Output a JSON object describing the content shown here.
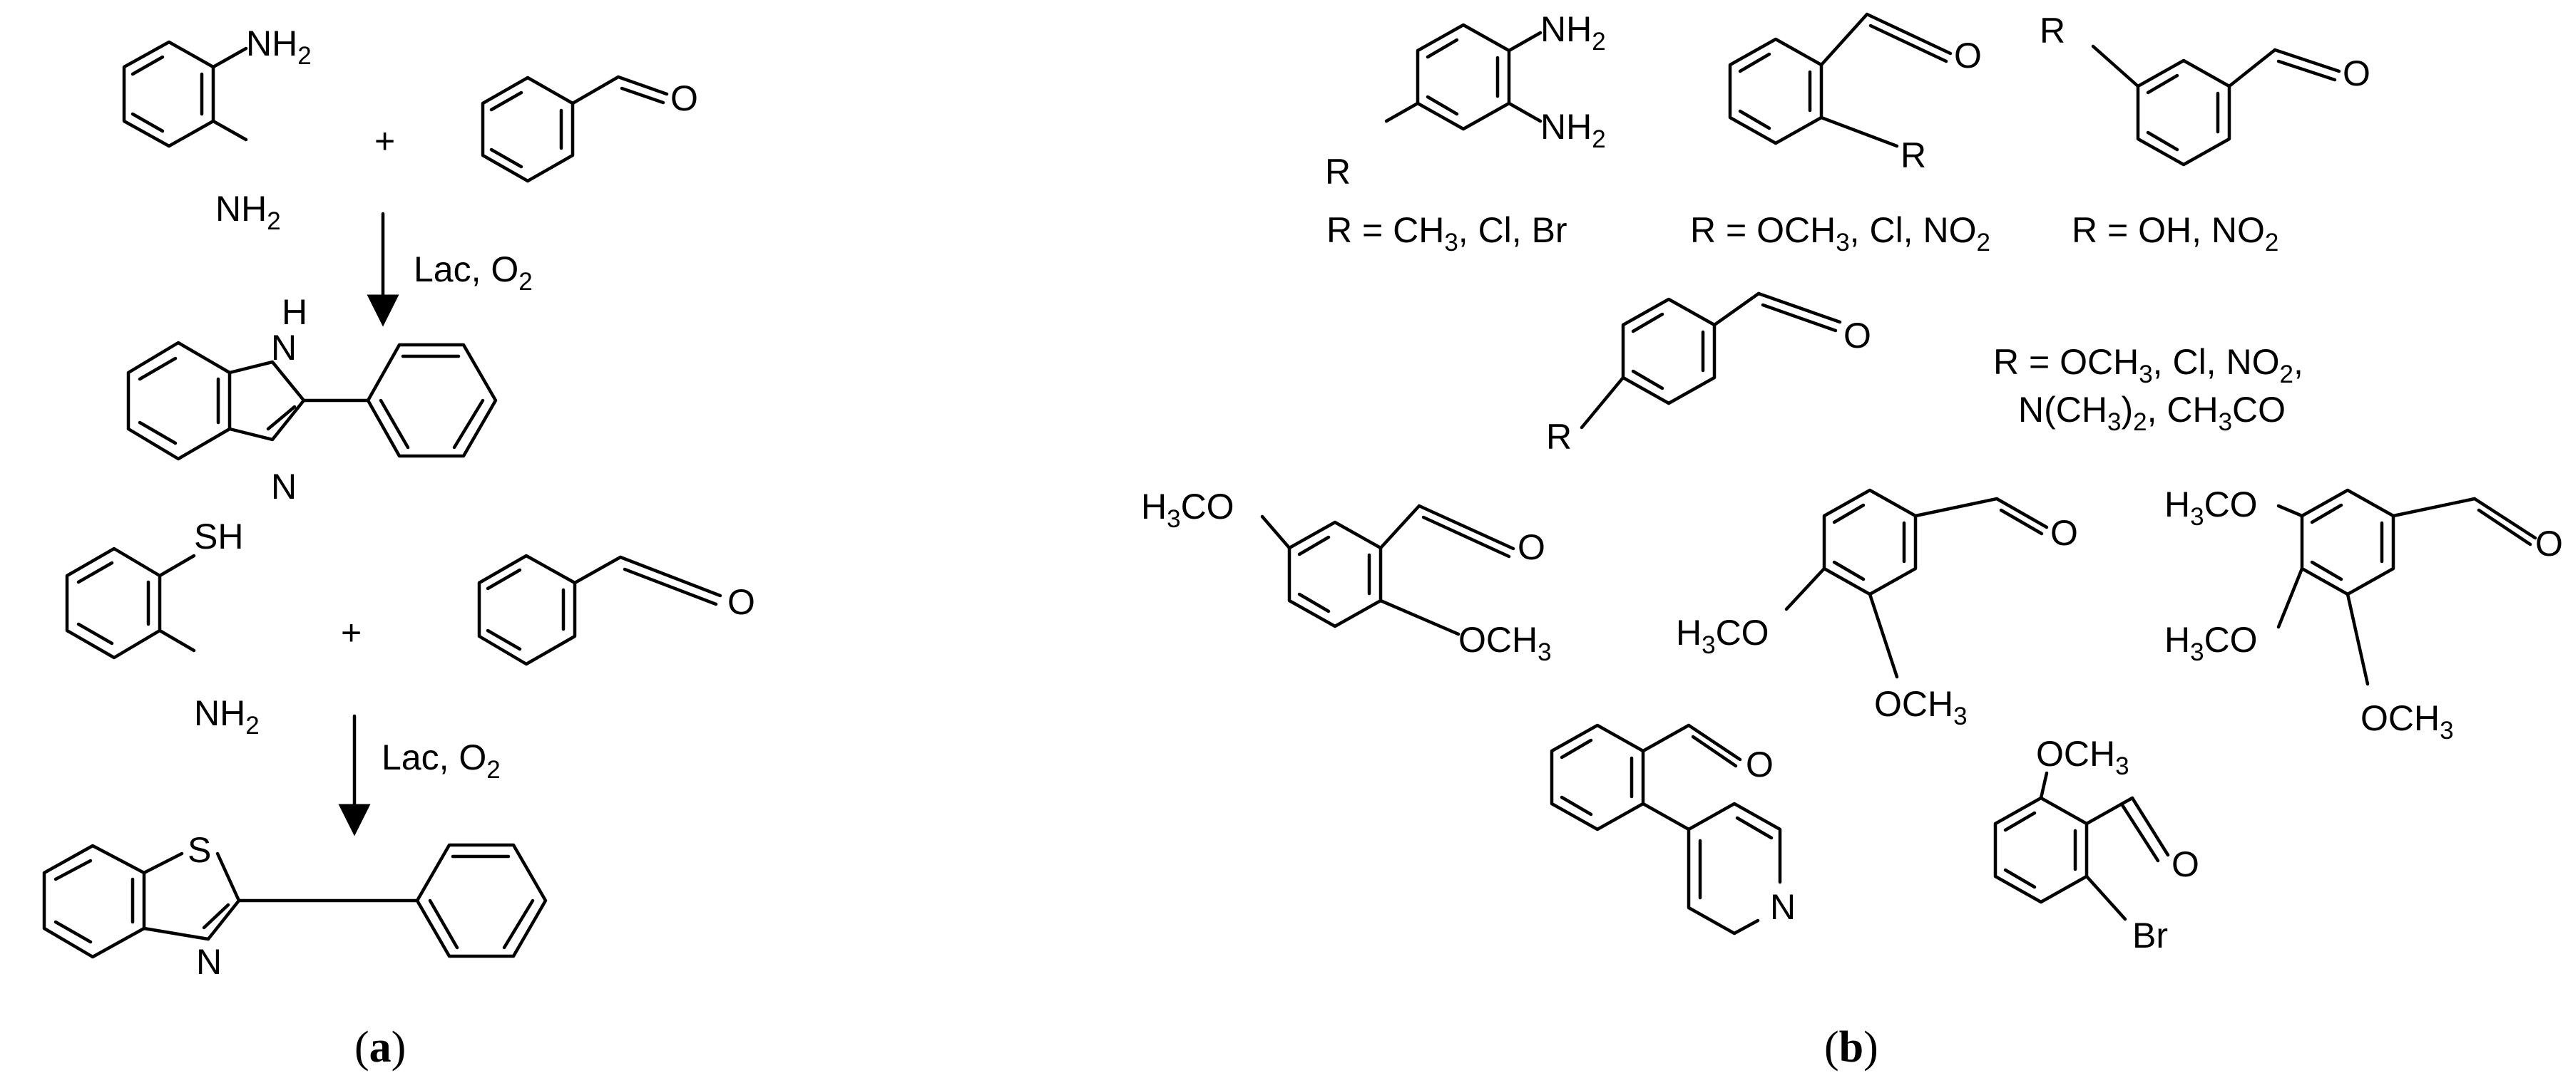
{
  "panel_a": {
    "caption": "a",
    "reaction_1": {
      "reactant_diamine": {
        "substituent_top": "NH2",
        "substituent_bottom": "NH2"
      },
      "plus": "+",
      "reactant_aldehyde": {
        "carbonyl": "O"
      },
      "conditions": "Lac, O2",
      "product_benzimidazole": {
        "atom_nh": "H N",
        "atom_n": "N"
      }
    },
    "reaction_2": {
      "reactant_aminothiophenol": {
        "substituent_top": "SH",
        "substituent_bottom": "NH2"
      },
      "plus": "+",
      "reactant_aldehyde": {
        "carbonyl": "O"
      },
      "conditions": "Lac, O2",
      "product_benzothiazole": {
        "atom_s": "S",
        "atom_n": "N"
      }
    }
  },
  "panel_b": {
    "caption": "b",
    "substituted_diamine": {
      "r_group": "R",
      "nh2_top": "NH2",
      "nh2_bottom": "NH2",
      "r_values": "R = CH3, Cl, Br"
    },
    "ortho_aldehyde": {
      "carbonyl": "O",
      "r_group": "R",
      "r_values": "R = OCH3, Cl, NO2"
    },
    "meta_aldehyde": {
      "carbonyl": "O",
      "r_group": "R",
      "r_values": "R = OH, NO2"
    },
    "para_aldehyde": {
      "carbonyl": "O",
      "r_group": "R",
      "r_values_line1": "R = OCH3, Cl, NO2,",
      "r_values_line2": "N(CH3)2, CH3CO"
    },
    "dimethoxy_25": {
      "carbonyl": "O",
      "sub_1": "H3CO",
      "sub_2": "OCH3"
    },
    "dimethoxy_34": {
      "carbonyl": "O",
      "sub_1": "H3CO",
      "sub_2": "OCH3"
    },
    "trimethoxy_345": {
      "carbonyl": "O",
      "sub_1": "H3CO",
      "sub_2": "H3CO",
      "sub_3": "OCH3"
    },
    "pyridyl_aldehyde": {
      "carbonyl": "O",
      "ring_n": "N"
    },
    "bromo_methoxy": {
      "carbonyl": "O",
      "sub_ome": "OCH3",
      "sub_br": "Br"
    }
  }
}
